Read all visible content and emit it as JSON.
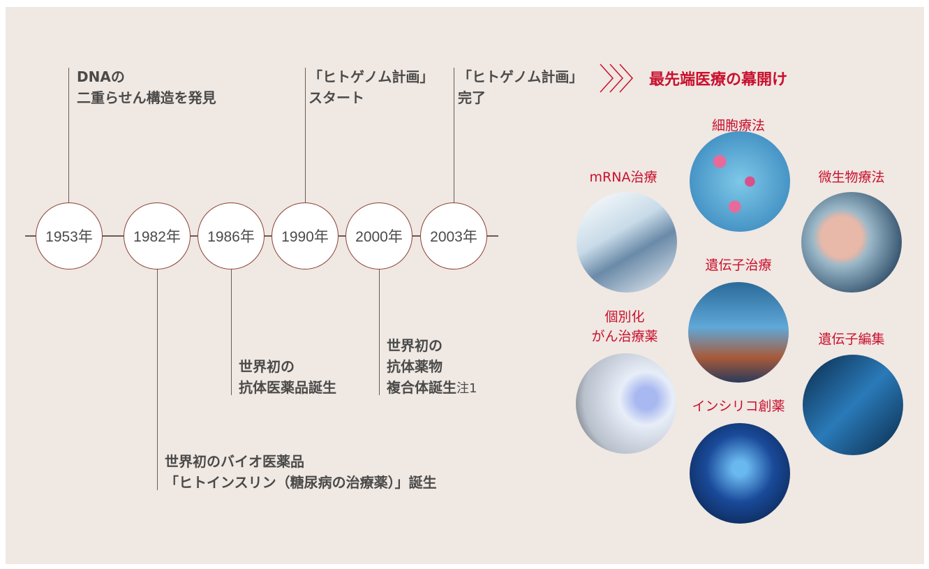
{
  "years": [
    "1953年",
    "1982年",
    "1986年",
    "1990年",
    "2000年",
    "2003年"
  ],
  "events": {
    "e1953": [
      "DNAの",
      "二重らせん構造を発見"
    ],
    "e1990": [
      "「ヒトゲノム計画」",
      "スタート"
    ],
    "e2003": [
      "「ヒトゲノム計画」",
      "完了"
    ],
    "e1986": [
      "世界初の",
      "抗体医薬品誕生"
    ],
    "e2000": [
      "世界初の",
      "抗体薬物",
      "複合体誕生"
    ],
    "e2000_note": "注1",
    "e1982": [
      "世界初のバイオ医薬品",
      "「ヒトインスリン（糖尿病の治療薬）」誕生"
    ]
  },
  "heading": "最先端医療の幕開け",
  "therapies": {
    "cell": "細胞療法",
    "mrna": "mRNA治療",
    "micro": "微生物療法",
    "gene": "遺伝子治療",
    "personal": [
      "個別化",
      "がん治療薬"
    ],
    "editing": "遺伝子編集",
    "insilico": "インシリコ創薬"
  },
  "colors": {
    "accent": "#c8102e",
    "background": "#f0e8e2",
    "circle_border": "#8a3f35"
  }
}
